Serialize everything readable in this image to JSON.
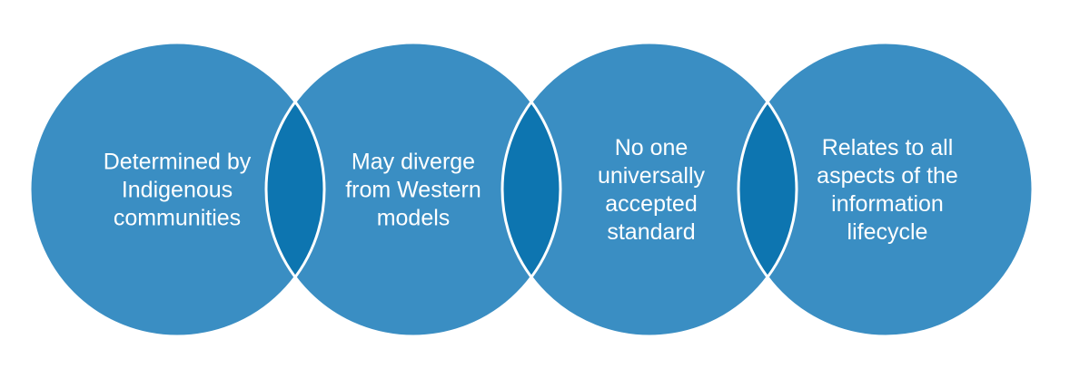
{
  "colors": {
    "circle_fill": "#3a8ec3",
    "overlap_fill": "#0d75b0",
    "outline": "#ffffff",
    "text": "#ffffff"
  },
  "diagram": {
    "circles": [
      {
        "label": "Determined by\nIndigenous\ncommunities"
      },
      {
        "label": "May diverge\nfrom Western\nmodels"
      },
      {
        "label": "No one\nuniversally\naccepted\nstandard"
      },
      {
        "label": "Relates to all\naspects of the\ninformation\nlifecycle"
      }
    ]
  }
}
